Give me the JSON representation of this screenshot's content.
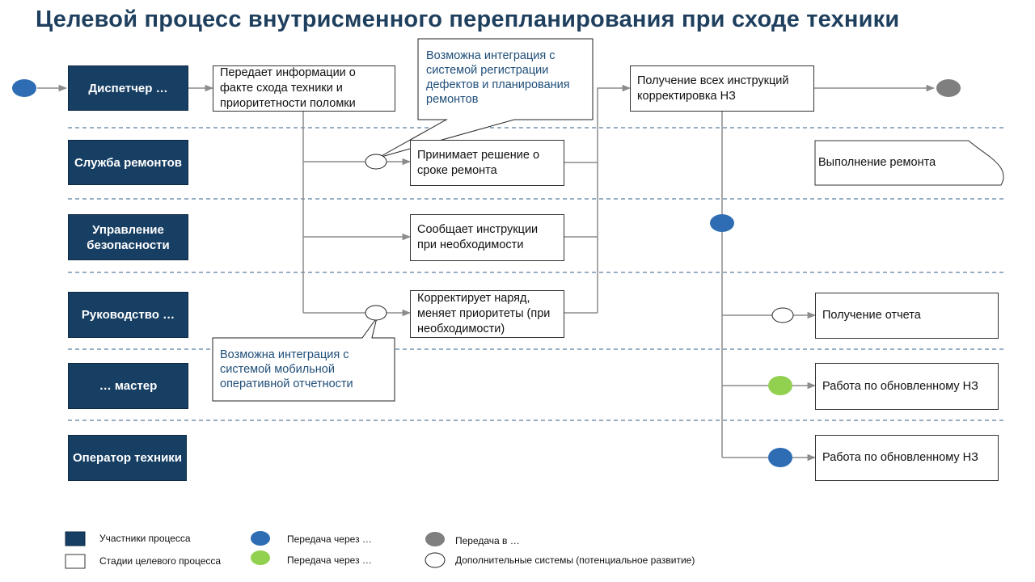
{
  "title": "Целевой процесс внутрисменного перепланирования при сходе техники",
  "colors": {
    "title": "#1e3f5e",
    "role_fill": "#173e63",
    "dot_blue": "#2e6db4",
    "dot_green": "#92d050",
    "dot_gray": "#7f7f7f",
    "callout_text": "#1f4e79",
    "lane_divider": "#2f5f8a"
  },
  "roles": [
    {
      "label": "Диспетчер …"
    },
    {
      "label": "Служба ремонтов"
    },
    {
      "label": "Управление безопасности"
    },
    {
      "label": "Руководство …"
    },
    {
      "label": "… мастер"
    },
    {
      "label": "Оператор техники"
    }
  ],
  "stages": {
    "inform": "Передает информации о факте схода техники и приоритетности поломки",
    "repair_term": "Принимает решение о сроке ремонта",
    "instructions": "Сообщает инструкции при необходимости",
    "adjust_order": "Корректирует наряд, меняет приоритеты (при необходимости)",
    "collect": "Получение всех инструкций корректировка НЗ",
    "repair_exec": "Выполнение ремонта",
    "report": "Получение отчета",
    "updated_master": "Работа по обновленному НЗ",
    "updated_operator": "Работа по обновленному НЗ"
  },
  "callouts": {
    "repair_system": "Возможна интеграция с системой регистрации дефектов и планирования ремонтов",
    "mobile_reporting": "Возможна интеграция с системой мобильной оперативной отчетности"
  },
  "legend": {
    "participants": "Участники процесса",
    "stages": "Стадии целевого процесса",
    "transfer_blue": "Передача через …",
    "transfer_green": "Передача через …",
    "transfer_gray": "Передача в …",
    "additional_systems": "Дополнительные системы (потенциальное развитие)"
  }
}
